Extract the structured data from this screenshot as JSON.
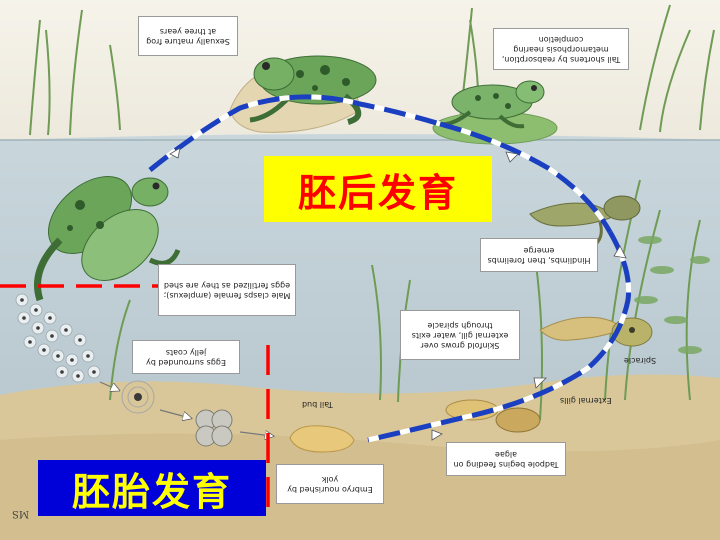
{
  "captions": {
    "sexually_mature": "Sexually mature frog at three years",
    "tail_shortens": "Tail shortens by reabsorption, metamorphosis nearing completion",
    "hindlimbs": "Hindlimbs, then forelimbs emerge",
    "skinfold": "Skinfold grows over external gill, water exits through spiracle",
    "tadpole_feeding": "Tadpole begins feeding on algae",
    "male_clasps": "Male clasps female (amplexus); eggs fertilized as they are shed",
    "eggs_jelly": "Eggs surrounded by jelly coats",
    "embryo_yolk": "Embryo nourished by yolk"
  },
  "labels": {
    "tail_bud": "Tail bud",
    "spiracle": "Spiracle",
    "external_gills": "External gills",
    "initials": "MS"
  },
  "stage_labels": {
    "postembryonic": "胚后发育",
    "embryonic": "胚胎发育"
  },
  "colors": {
    "postembryonic_bg": "#ffff00",
    "postembryonic_text": "#ff0000",
    "embryonic_bg": "#0000d8",
    "embryonic_text": "#ffff00",
    "cycle_arrow": "#1a3fc0",
    "divider": "#ff0000"
  }
}
